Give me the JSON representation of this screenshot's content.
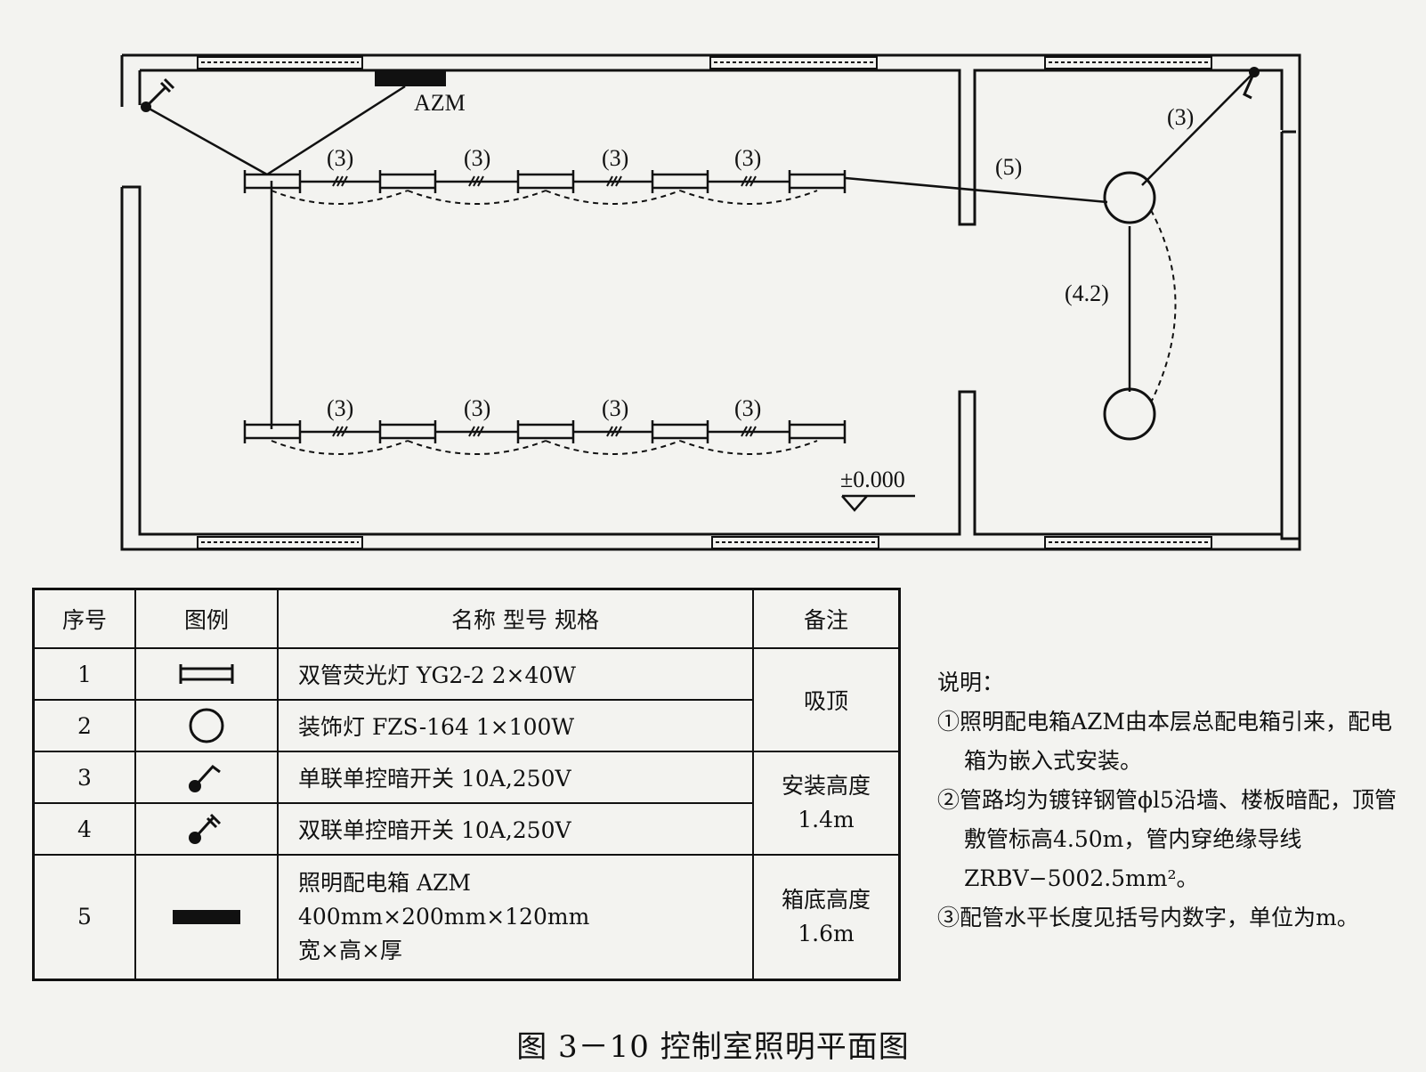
{
  "plan": {
    "panel_label": "AZM",
    "elevation_mark": "±0.000",
    "segment_labels_top": [
      "(3)",
      "(3)",
      "(3)",
      "(3)"
    ],
    "segment_labels_bottom": [
      "(3)",
      "(3)",
      "(3)",
      "(3)"
    ],
    "label_to_lamp": "(5)",
    "label_to_switch": "(3)",
    "label_between_lamps": "(4.2)"
  },
  "legend": {
    "headers": {
      "no": "序号",
      "symbol": "图例",
      "name": "名称  型号  规格",
      "note": "备注"
    },
    "rows": [
      {
        "no": "1",
        "symbol": "double-tube-fluorescent-lamp-icon",
        "name": "双管荧光灯    YG2-2    2×40W"
      },
      {
        "no": "2",
        "symbol": "decorative-lamp-icon",
        "name": "装饰灯    FZS-164    1×100W"
      },
      {
        "no": "3",
        "symbol": "single-gang-switch-icon",
        "name": "单联单控暗开关    10A,250V"
      },
      {
        "no": "4",
        "symbol": "double-gang-switch-icon",
        "name": "双联单控暗开关    10A,250V"
      },
      {
        "no": "5",
        "symbol": "lighting-panel-icon",
        "name_lines": [
          "照明配电箱  AZM",
          "400mm×200mm×120mm",
          "宽×高×厚"
        ]
      }
    ],
    "notes": {
      "ceiling": "吸顶",
      "switch_height": [
        "安装高度",
        "1.4m"
      ],
      "box_height": [
        "箱底高度",
        "1.6m"
      ]
    }
  },
  "notes": {
    "title": "说明：",
    "items": [
      "①照明配电箱AZM由本层总配电箱引来，配电箱为嵌入式安装。",
      "②管路均为镀锌钢管ϕl5沿墙、楼板暗配，顶管敷管标高4.50m，管内穿绝缘导线ZRBV−5002.5mm²。",
      "③配管水平长度见括号内数字，单位为m。"
    ]
  },
  "caption": "图 3－10    控制室照明平面图"
}
